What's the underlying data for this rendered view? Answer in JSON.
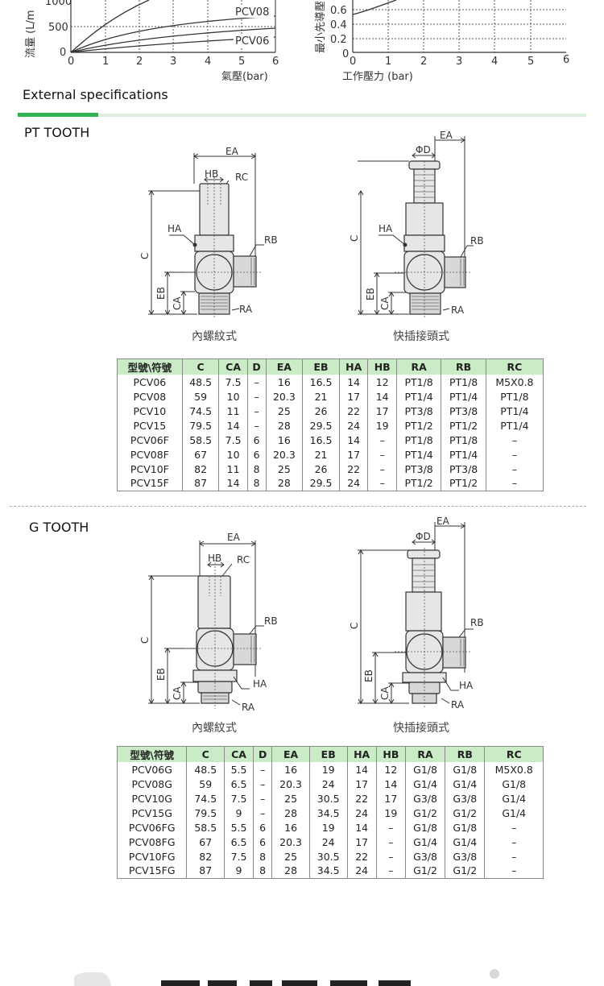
{
  "charts": [
    {
      "type": "line",
      "title": "",
      "ylabel": "流量 (L/m",
      "xlabel": "氣壓(bar)",
      "yticks": [
        "1000",
        "500",
        "0"
      ],
      "xticks": [
        "0",
        "1",
        "2",
        "3",
        "4",
        "5",
        "6"
      ],
      "series": [
        {
          "name": "PCV08"
        },
        {
          "name": "PCV06"
        }
      ]
    },
    {
      "type": "line",
      "title": "",
      "ylabel": "最小先導壓",
      "xlabel": "工作壓力 (bar)",
      "yticks": [
        "0.6",
        "0.4",
        "0.2",
        "0"
      ],
      "xticks": [
        "0",
        "1",
        "2",
        "3",
        "4",
        "5",
        "6"
      ]
    }
  ],
  "section_title": "External specifications",
  "pt": {
    "heading": "PT TOOTH",
    "caption_left": "內螺紋式",
    "caption_right": "快插接頭式",
    "labels": {
      "EA": "EA",
      "HB": "HB",
      "RC": "RC",
      "HA": "HA",
      "RB": "RB",
      "C": "C",
      "EB": "EB",
      "CA": "CA",
      "RA": "RA",
      "D": "ΦD"
    },
    "headers": [
      "型號\\符號",
      "C",
      "CA",
      "D",
      "EA",
      "EB",
      "HA",
      "HB",
      "RA",
      "RB",
      "RC"
    ],
    "rows": [
      [
        "PCV06",
        "48.5",
        "7.5",
        "–",
        "16",
        "16.5",
        "14",
        "12",
        "PT1/8",
        "PT1/8",
        "M5X0.8"
      ],
      [
        "PCV08",
        "59",
        "10",
        "–",
        "20.3",
        "21",
        "17",
        "14",
        "PT1/4",
        "PT1/4",
        "PT1/8"
      ],
      [
        "PCV10",
        "74.5",
        "11",
        "–",
        "25",
        "26",
        "22",
        "17",
        "PT3/8",
        "PT3/8",
        "PT1/4"
      ],
      [
        "PCV15",
        "79.5",
        "14",
        "–",
        "28",
        "29.5",
        "24",
        "19",
        "PT1/2",
        "PT1/2",
        "PT1/4"
      ],
      [
        "PCV06F",
        "58.5",
        "7.5",
        "6",
        "16",
        "16.5",
        "14",
        "–",
        "PT1/8",
        "PT1/8",
        "–"
      ],
      [
        "PCV08F",
        "67",
        "10",
        "6",
        "20.3",
        "21",
        "17",
        "–",
        "PT1/4",
        "PT1/4",
        "–"
      ],
      [
        "PCV10F",
        "82",
        "11",
        "8",
        "25",
        "26",
        "22",
        "–",
        "PT3/8",
        "PT3/8",
        "–"
      ],
      [
        "PCV15F",
        "87",
        "14",
        "8",
        "28",
        "29.5",
        "24",
        "–",
        "PT1/2",
        "PT1/2",
        "–"
      ]
    ]
  },
  "g": {
    "heading": "G TOOTH",
    "caption_left": "內螺紋式",
    "caption_right": "快插接頭式",
    "headers": [
      "型號\\符號",
      "C",
      "CA",
      "D",
      "EA",
      "EB",
      "HA",
      "HB",
      "RA",
      "RB",
      "RC"
    ],
    "rows": [
      [
        "PCV06G",
        "48.5",
        "5.5",
        "–",
        "16",
        "19",
        "14",
        "12",
        "G1/8",
        "G1/8",
        "M5X0.8"
      ],
      [
        "PCV08G",
        "59",
        "6.5",
        "–",
        "20.3",
        "24",
        "17",
        "14",
        "G1/4",
        "G1/4",
        "G1/8"
      ],
      [
        "PCV10G",
        "74.5",
        "7.5",
        "–",
        "25",
        "30.5",
        "22",
        "17",
        "G3/8",
        "G3/8",
        "G1/4"
      ],
      [
        "PCV15G",
        "79.5",
        "9",
        "–",
        "28",
        "34.5",
        "24",
        "19",
        "G1/2",
        "G1/2",
        "G1/4"
      ],
      [
        "PCV06FG",
        "58.5",
        "5.5",
        "6",
        "16",
        "19",
        "14",
        "–",
        "G1/8",
        "G1/8",
        "–"
      ],
      [
        "PCV08FG",
        "67",
        "6.5",
        "6",
        "20.3",
        "24",
        "17",
        "–",
        "G1/4",
        "G1/4",
        "–"
      ],
      [
        "PCV10FG",
        "82",
        "7.5",
        "8",
        "25",
        "30.5",
        "22",
        "–",
        "G3/8",
        "G3/8",
        "–"
      ],
      [
        "PCV15FG",
        "87",
        "9",
        "8",
        "28",
        "34.5",
        "24",
        "–",
        "G1/2",
        "G1/2",
        "–"
      ]
    ]
  },
  "colors": {
    "accent_green": "#2fb24f",
    "header_green": "#c9ebc5",
    "light_green": "#dcefdc"
  }
}
